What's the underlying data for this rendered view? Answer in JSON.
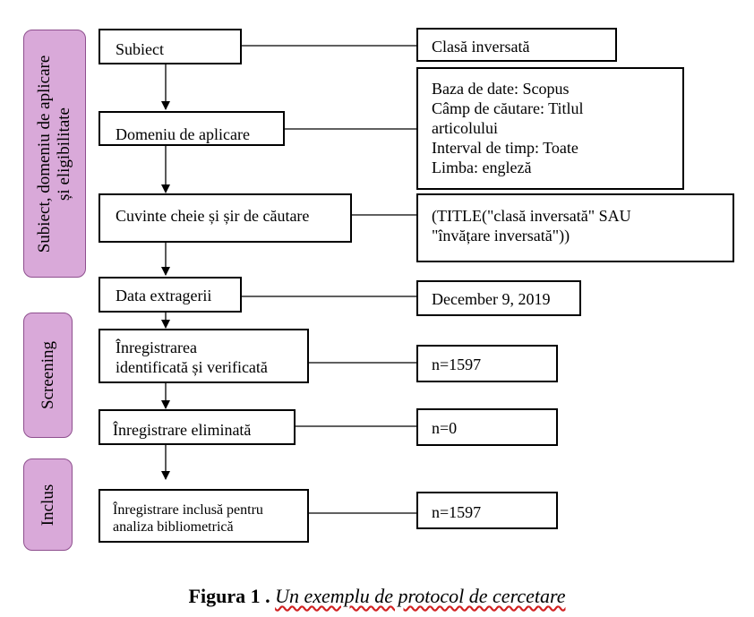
{
  "sidebars": {
    "subject": [
      "Subiect, domeniu de aplicare",
      "și eligibilitate"
    ],
    "screening": "Screening",
    "included": "Inclus"
  },
  "left_boxes": {
    "subject": "Subiect",
    "domain": "Domeniu de aplicare",
    "keywords": "Cuvinte cheie și șir de căutare",
    "extraction_date": "Data extragerii",
    "identified": [
      "Înregistrarea",
      "identificată și verificată"
    ],
    "eliminated": "Înregistrare eliminată",
    "included": [
      "Înregistrare inclusă pentru",
      "analiza bibliometrică"
    ]
  },
  "right_boxes": {
    "subject": "Clasă inversată",
    "domain": [
      "Baza de date: Scopus",
      "Câmp de căutare: Titlul",
      "articolului",
      "Interval de timp: Toate",
      "Limba: engleză"
    ],
    "keywords": [
      "(TITLE(\"clasă inversată\" SAU",
      "\"învățare inversată\"))"
    ],
    "extraction_date": "December 9, 2019",
    "identified": "n=1597",
    "eliminated": "n=0",
    "included": "n=1597"
  },
  "caption": {
    "label": "Figura 1 .",
    "text": "Un exemplu de protocol de cercetare"
  }
}
